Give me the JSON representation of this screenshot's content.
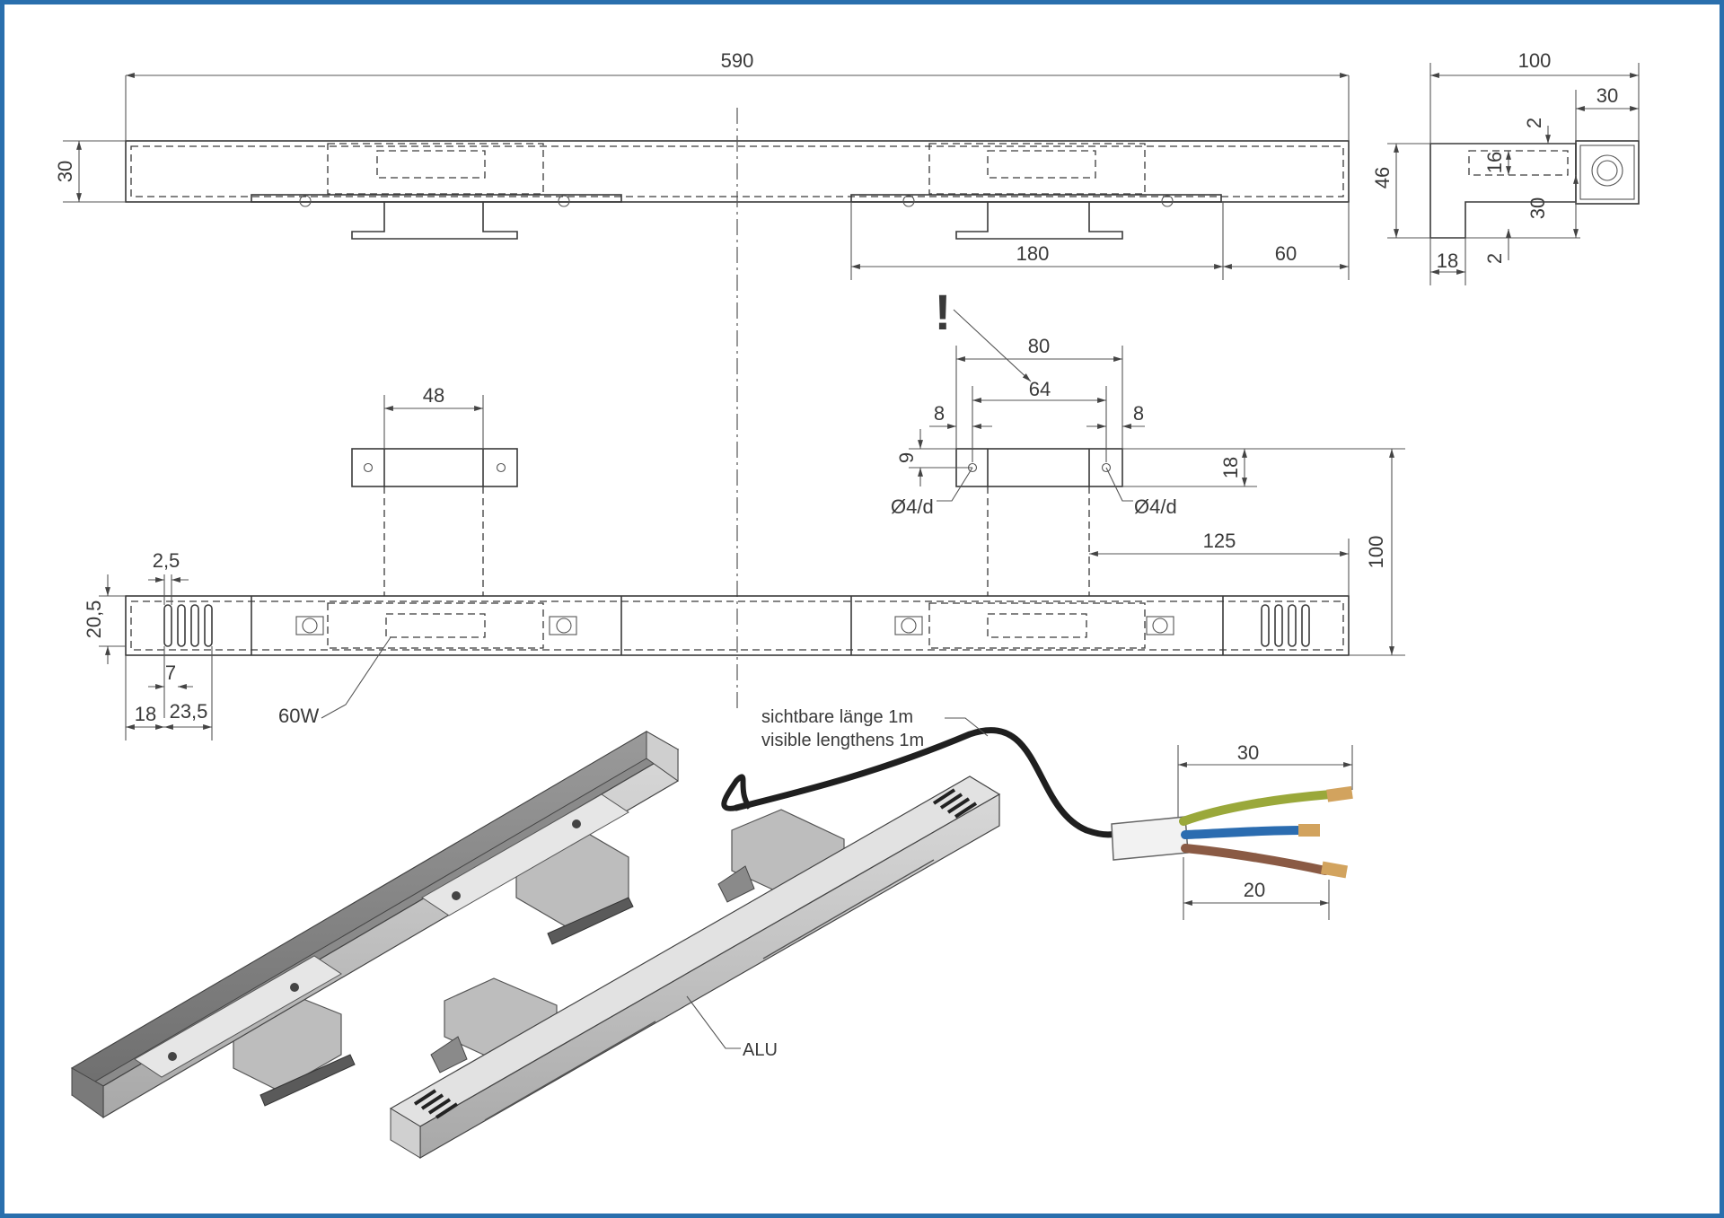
{
  "drawing": {
    "front_view": {
      "overall_length": "590",
      "height": "30",
      "bracket_span": "180",
      "end_offset": "60"
    },
    "side_view": {
      "depth": "100",
      "profile_width": "30",
      "gap_top": "2",
      "inner_height": "16",
      "total_height": "46",
      "lower_height": "30",
      "gap_bottom": "2",
      "bracket_depth": "18"
    },
    "top_view": {
      "bracket_inner": "48",
      "note_mark": "!",
      "bracket_outer": "80",
      "hole_spacing": "64",
      "hole_offset_left": "8",
      "hole_offset_right": "8",
      "hole_height": "9",
      "plate_height": "18",
      "hole_left_label": "Ø4/d",
      "hole_right_label": "Ø4/d",
      "bracket_to_end": "125",
      "total_depth": "100",
      "vent_width": "2,5",
      "bar_height": "20,5",
      "vent_pitch": "7",
      "end_to_vent": "18",
      "vent_zone": "23,5",
      "lamp_label": "60W"
    },
    "cable": {
      "label_de": "sichtbare länge 1m",
      "label_en": "visible lengthens 1m",
      "strip_length": "30",
      "wire_length": "20",
      "wire_colors": {
        "earth": "#9aa83a",
        "neutral": "#2b6cb0",
        "live": "#8a5a44"
      }
    },
    "material_label": "ALU"
  },
  "colors": {
    "border": "#2a6fad",
    "line": "#3a3a3a"
  }
}
